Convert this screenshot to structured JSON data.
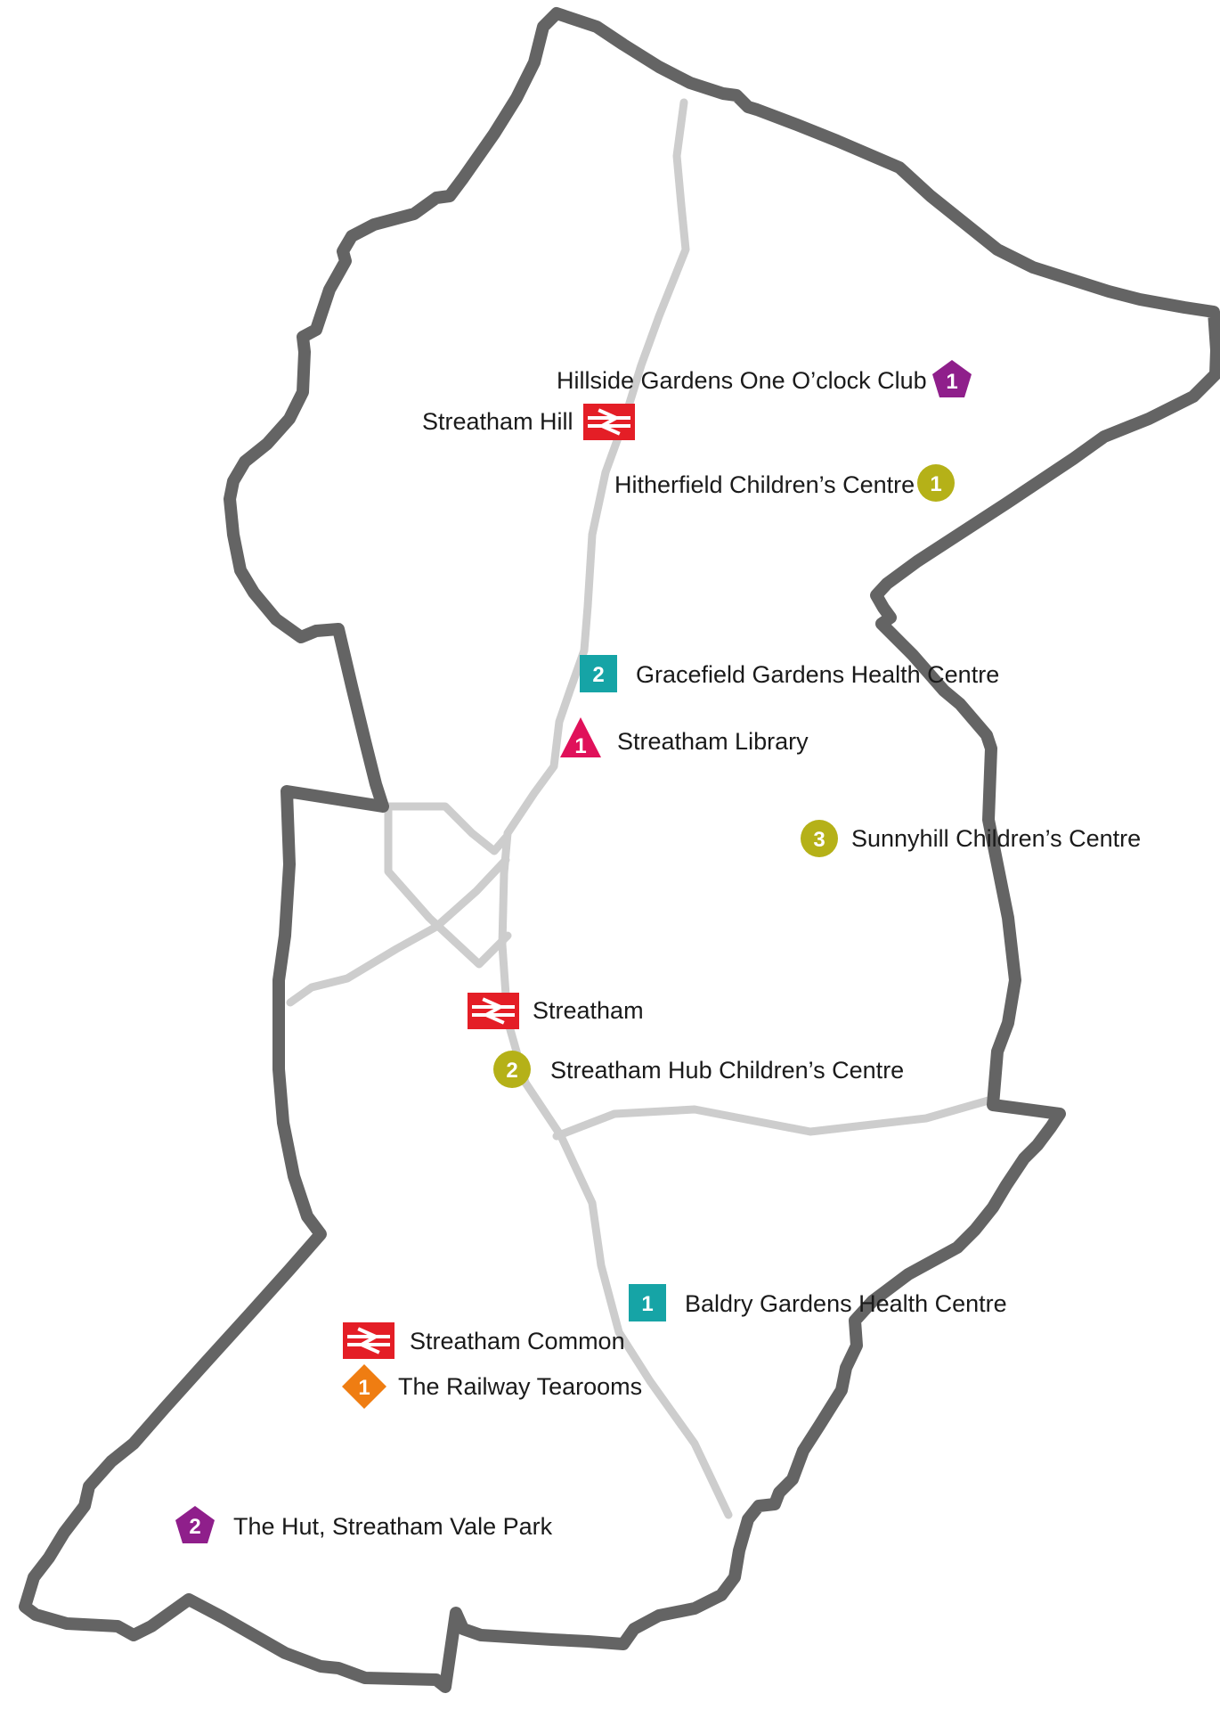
{
  "map": {
    "boundary_color": "#646464",
    "road_color": "#cdcdcd",
    "stations": [
      {
        "name": "Streatham Hill"
      },
      {
        "name": "Streatham"
      },
      {
        "name": "Streatham Common"
      }
    ],
    "places": [
      {
        "id": "hillside",
        "label": "Hillside Gardens One O’clock Club",
        "number": "1",
        "shape": "pentagon",
        "color": "#8f1f8b"
      },
      {
        "id": "hitherfield",
        "label": "Hitherfield Children’s Centre",
        "number": "1",
        "shape": "circle",
        "color": "#b5b118"
      },
      {
        "id": "gracefield",
        "label": "Gracefield Gardens Health Centre",
        "number": "2",
        "shape": "square",
        "color": "#16a4a6"
      },
      {
        "id": "library",
        "label": "Streatham Library",
        "number": "1",
        "shape": "triangle",
        "color": "#e0115a"
      },
      {
        "id": "sunnyhill",
        "label": "Sunnyhill Children’s Centre",
        "number": "3",
        "shape": "circle",
        "color": "#b5b118"
      },
      {
        "id": "hub",
        "label": "Streatham Hub Children’s Centre",
        "number": "2",
        "shape": "circle",
        "color": "#b5b118"
      },
      {
        "id": "baldry",
        "label": "Baldry Gardens Health Centre",
        "number": "1",
        "shape": "square",
        "color": "#16a4a6"
      },
      {
        "id": "tearooms",
        "label": "The Railway Tearooms",
        "number": "1",
        "shape": "diamond",
        "color": "#ef7d12"
      },
      {
        "id": "hut",
        "label": "The Hut, Streatham Vale Park",
        "number": "2",
        "shape": "pentagon",
        "color": "#8f1f8b"
      }
    ],
    "rail_icon": {
      "name": "national-rail-icon",
      "color": "#e41e26"
    }
  }
}
